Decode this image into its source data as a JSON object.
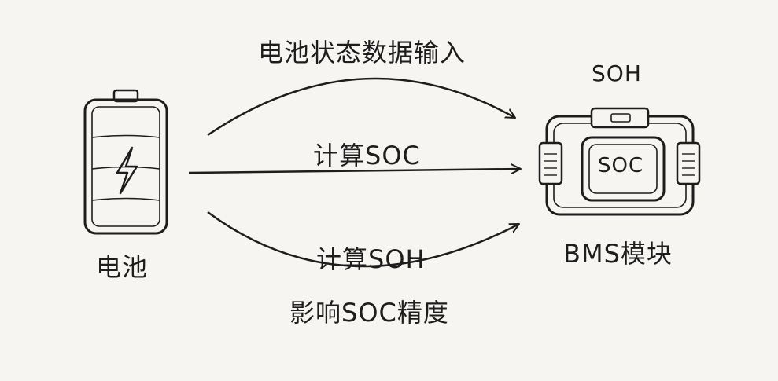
{
  "labels": {
    "top_arrow": "电池状态数据输入",
    "middle_arrow": "计算SOC",
    "bottom_arrow": "计算SOH",
    "below_bottom": "影响SOC精度",
    "battery": "电池",
    "bms_module": "BMS模块",
    "bms_top": "SOH",
    "bms_screen": "SOC"
  },
  "colors": {
    "background": "#f6f5f2",
    "stroke": "#1d1d1d"
  },
  "icons": {
    "battery": "battery-icon",
    "bolt": "lightning-bolt-icon",
    "bms": "bms-module-icon"
  }
}
